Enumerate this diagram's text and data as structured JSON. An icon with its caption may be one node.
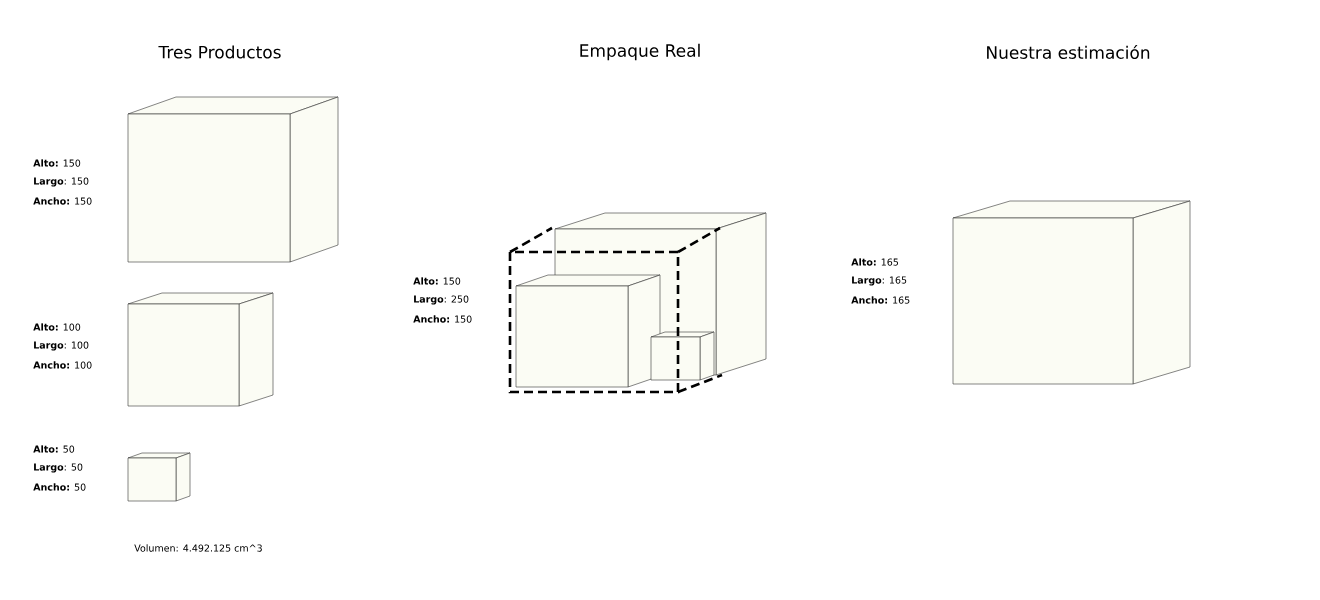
{
  "diagram": {
    "labels": [
      "Tres Productos",
      "Empaque Real",
      "Nuestra estimación",
      "**Alto:** 150",
      "**Largo**: 150",
      "**Ancho:** 150",
      "**Alto:** 100",
      "**Largo**: 100",
      "**Ancho:** 100",
      "**Alto:** 50",
      "**Largo**: 50",
      "**Ancho:** 50",
      "Volumen: 4.492.125 cm^3",
      "**Alto:** 150",
      "**Largo**: 250",
      "**Ancho:** 150",
      "**Alto:** 165",
      "**Largo**: 165",
      "**Ancho:** 165"
    ]
  }
}
